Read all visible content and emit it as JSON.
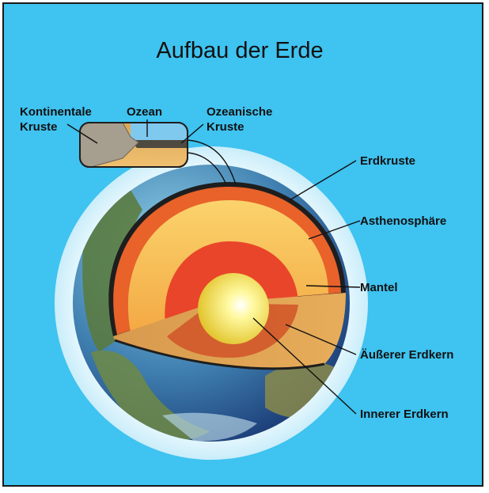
{
  "title": "Aufbau der Erde",
  "labels": {
    "continental_crust_line1": "Kontinentale",
    "continental_crust_line2": "Kruste",
    "ocean": "Ozean",
    "oceanic_crust_line1": "Ozeanische",
    "oceanic_crust_line2": "Kruste",
    "crust": "Erdkruste",
    "asthenosphere": "Asthenosphäre",
    "mantle": "Mantel",
    "outer_core": "Äußerer Erdkern",
    "inner_core": "Innerer Erdkern"
  },
  "colors": {
    "background": "#3fc3f0",
    "crust": "#e8622a",
    "mantle": "#f7b84a",
    "outer_core": "#e9452a",
    "inner_core": "#f3e14b"
  }
}
